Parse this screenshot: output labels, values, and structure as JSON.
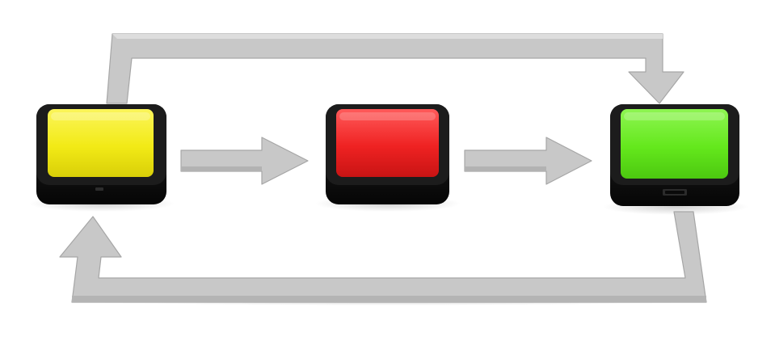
{
  "diagram": {
    "nodes": [
      {
        "id": "yellow-block",
        "color": "#f2ea16"
      },
      {
        "id": "red-block",
        "color": "#ef2222"
      },
      {
        "id": "green-block",
        "color": "#64e81c"
      }
    ],
    "edges": [
      {
        "from": "yellow-block",
        "to": "red-block"
      },
      {
        "from": "red-block",
        "to": "green-block"
      },
      {
        "from": "yellow-block",
        "to": "green-block",
        "route": "over-top"
      },
      {
        "from": "green-block",
        "to": "yellow-block",
        "route": "under-bottom"
      }
    ],
    "colors": {
      "arrow": "#c8c8c8",
      "arrow_edge": "#a6a6a6",
      "block_base": "#111111",
      "background": "#ffffff"
    }
  }
}
